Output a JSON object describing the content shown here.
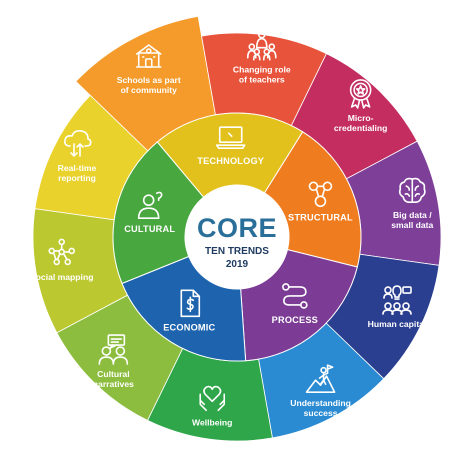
{
  "center": {
    "logo_text": "CORE",
    "subtitle": "TEN TRENDS",
    "year": "2019"
  },
  "colors": {
    "navy": "#1f3b61",
    "logo_teal": "#2a6f9a"
  },
  "inner_ring": [
    {
      "label": "TECHNOLOGY",
      "color": "#e3c11c",
      "icon": "laptop-icon"
    },
    {
      "label": "STRUCTURAL",
      "color": "#ef7d20",
      "icon": "network-icon"
    },
    {
      "label": "PROCESS",
      "color": "#7c3c95",
      "icon": "process-flow-icon"
    },
    {
      "label": "ECONOMIC",
      "color": "#1d63ad",
      "icon": "document-dollar-icon"
    },
    {
      "label": "CULTURAL",
      "color": "#48a73f",
      "icon": "person-question-icon"
    }
  ],
  "outer_ring": [
    {
      "label": [
        "Social mapping"
      ],
      "color": "#bcc830",
      "icon": "social-network-icon"
    },
    {
      "label": [
        "Real-time",
        "reporting"
      ],
      "color": "#ead22c",
      "icon": "cloud-sync-icon"
    },
    {
      "label": [
        "Schools as part",
        "of community"
      ],
      "color": "#f59b2b",
      "icon": "school-icon"
    },
    {
      "label": [
        "Changing role",
        "of teachers"
      ],
      "color": "#e8543b",
      "icon": "teacher-group-icon"
    },
    {
      "label": [
        "Micro-",
        "credentialing"
      ],
      "color": "#c42d60",
      "icon": "badge-icon"
    },
    {
      "label": [
        "Big data /",
        "small data"
      ],
      "color": "#7e3f98",
      "icon": "brain-icon"
    },
    {
      "label": [
        "Human capital"
      ],
      "color": "#2b3f90",
      "icon": "skills-icon"
    },
    {
      "label": [
        "Understanding",
        "success"
      ],
      "color": "#2a8bd2",
      "icon": "summit-flag-icon"
    },
    {
      "label": [
        "Wellbeing"
      ],
      "color": "#2fa64a",
      "icon": "hands-heart-icon"
    },
    {
      "label": [
        "Cultural",
        "narratives"
      ],
      "color": "#8cbd3f",
      "icon": "conversation-icon"
    }
  ]
}
